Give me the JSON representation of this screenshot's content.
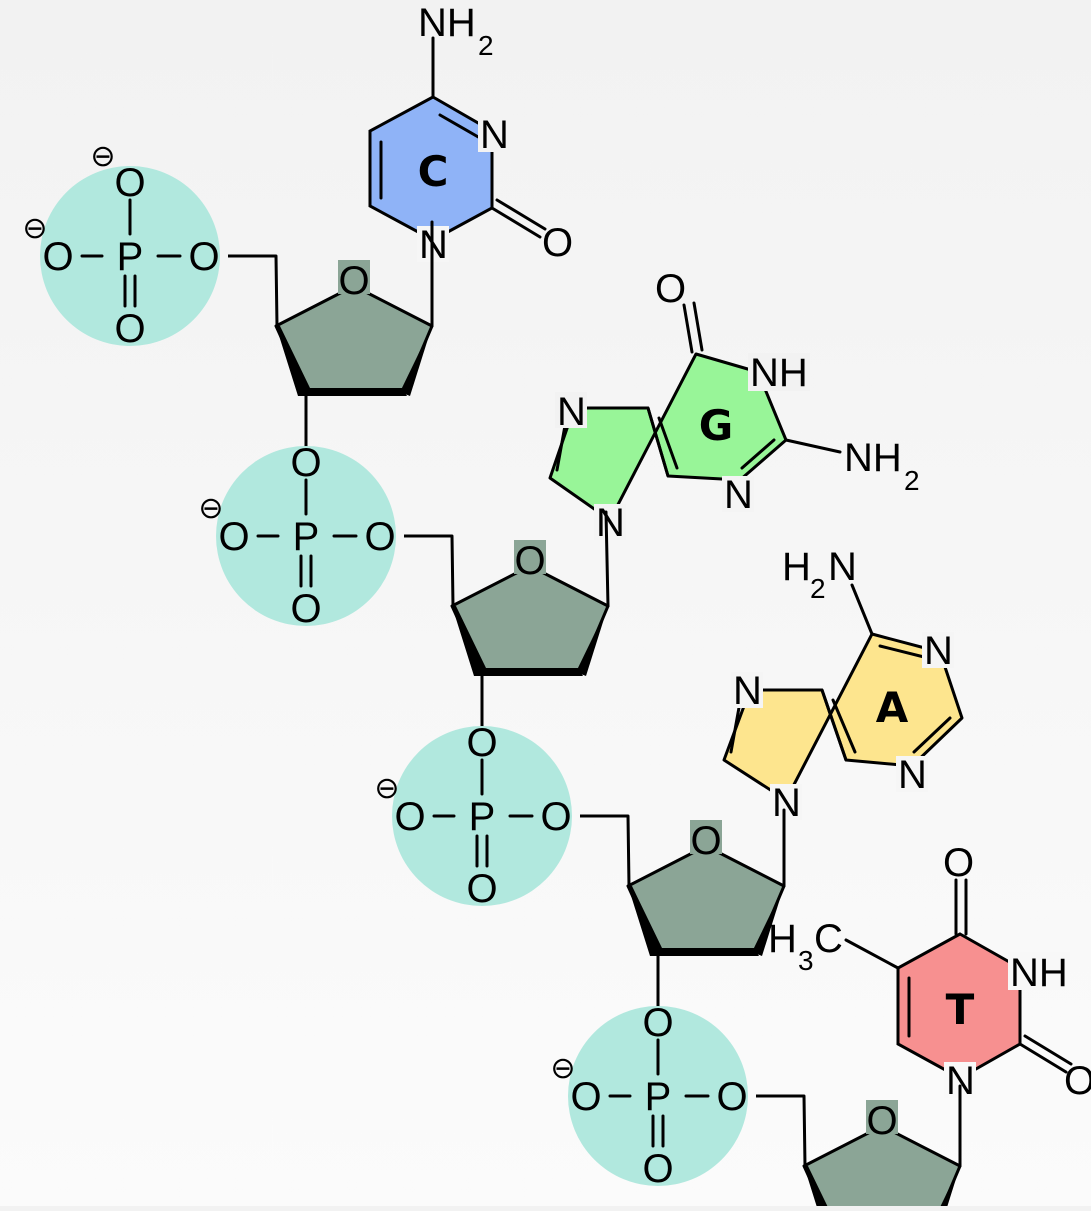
{
  "atoms": {
    "oxygen": "O",
    "phosphorus": "P",
    "nitrogen": "N",
    "imine": "NH",
    "amine": "NH",
    "amine_sub": "2",
    "amine_left": "H",
    "amine_left_sub": "2",
    "amine_left_tail": "N",
    "methyl": "H",
    "methyl_sub": "3",
    "methyl_tail": "C",
    "charge": "⊖"
  },
  "bases": {
    "cytosine": {
      "letter": "C",
      "color": "#8fb3f7"
    },
    "guanine": {
      "letter": "G",
      "color": "#98f598"
    },
    "adenine": {
      "letter": "A",
      "color": "#fde58e"
    },
    "thymine": {
      "letter": "T",
      "color": "#f79090"
    }
  },
  "colors": {
    "phosphate": "#b1e8de",
    "sugar": "#8ba596",
    "bond": "#000000"
  }
}
